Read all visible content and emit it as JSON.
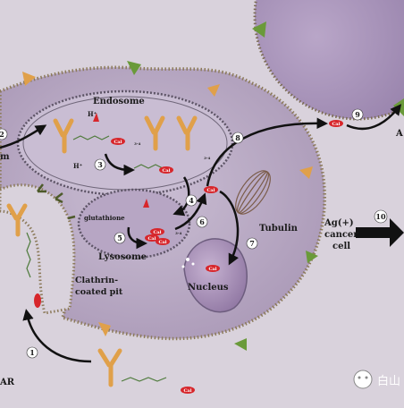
{
  "labels": {
    "endosome": "Endosome",
    "lysosome": "Lysosome",
    "nucleus": "Nucleus",
    "tubulin": "Tubulin",
    "glutathione": "glutathione",
    "clathrin_line1": "Clathrin-",
    "clathrin_line2": "coated pit",
    "cancer_line1": "Ag(+)",
    "cancer_line2": "cancer",
    "cancer_line3": "cell",
    "left_edge_top": "m",
    "left_edge_bottom": "AR",
    "right_edge": "A",
    "h_plus_1": "H⁺",
    "h_plus_2": "H⁺",
    "subscript_top": "3-4",
    "subscript_mid": "3-4",
    "subscript_lys": "3-4",
    "payload": "Cal"
  },
  "steps": [
    "1",
    "2",
    "3",
    "4",
    "5",
    "6",
    "7",
    "8",
    "9",
    "10"
  ],
  "watermark": {
    "text": "白山"
  },
  "colors": {
    "background": "#d9d2dc",
    "cell": "#b8a9c3",
    "membrane_dots": "#8c7a5a",
    "payload_red": "#d7262b",
    "antibody_orange": "#e0a04a",
    "receptor_green": "#6a9a3a"
  }
}
